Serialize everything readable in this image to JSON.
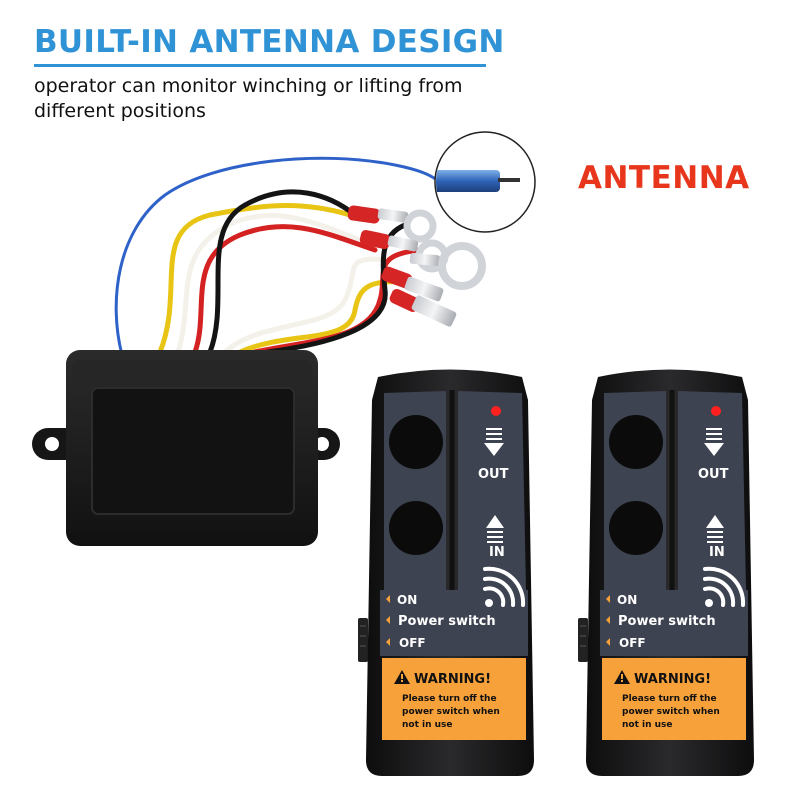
{
  "headline": "BUILT-IN ANTENNA DESIGN",
  "subtitle": "operator can monitor winching or lifting from different positions",
  "antenna_label": "ANTENNA",
  "remote": {
    "out_label": "OUT",
    "in_label": "IN",
    "on_label": "ON",
    "power_switch_label": "Power switch",
    "off_label": "OFF",
    "warning_title": "WARNING!",
    "warning_line1": "Please turn off the",
    "warning_line2": "power switch when",
    "warning_line3": "not  in use"
  },
  "colors": {
    "headline": "#2f93d6",
    "antenna_label": "#e8361c",
    "warning_panel": "#f7a13b",
    "remote_body": "#1c1c1e",
    "remote_face": "#3e4351",
    "led": "#ff2020"
  }
}
